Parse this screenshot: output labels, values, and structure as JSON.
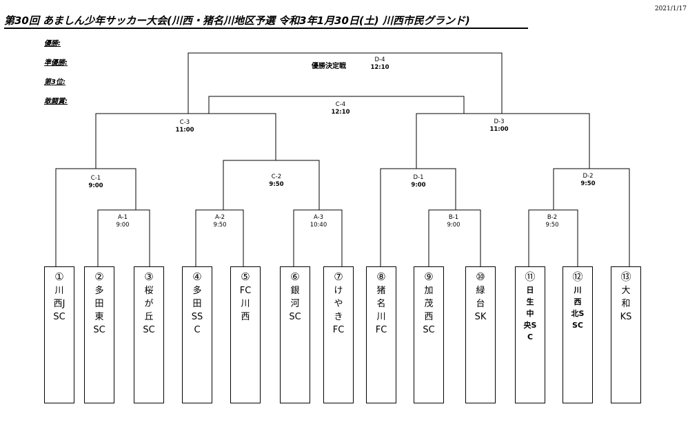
{
  "header": {
    "date": "2021/1/17",
    "title": "第30回 あましん少年サッカー大会(川西・猪名川地区予選 令和3年1月30日(土) 川西市民グランド)"
  },
  "awards": [
    "優勝:",
    "準優勝:",
    "第3位:",
    "敢闘賞:"
  ],
  "final_label": "優勝決定戦",
  "matches": {
    "D4": {
      "code": "D-4",
      "time": "12:10"
    },
    "C4": {
      "code": "C-4",
      "time": "12:10"
    },
    "C3": {
      "code": "C-3",
      "time": "11:00"
    },
    "D3": {
      "code": "D-3",
      "time": "11:00"
    },
    "C1": {
      "code": "C-1",
      "time": "9:00"
    },
    "C2": {
      "code": "C-2",
      "time": "9:50"
    },
    "D1": {
      "code": "D-1",
      "time": "9:00"
    },
    "D2": {
      "code": "D-2",
      "time": "9:50"
    },
    "A1": {
      "code": "A-1",
      "time": "9:00"
    },
    "A2": {
      "code": "A-2",
      "time": "9:50"
    },
    "A3": {
      "code": "A-3",
      "time": "10:40"
    },
    "B1": {
      "code": "B-1",
      "time": "9:00"
    },
    "B2": {
      "code": "B-2",
      "time": "9:50"
    }
  },
  "teams": [
    {
      "num": "①",
      "name": "川西JSC"
    },
    {
      "num": "②",
      "name": "多田東SC"
    },
    {
      "num": "③",
      "name": "桜が丘SC"
    },
    {
      "num": "④",
      "name": "多田SSC"
    },
    {
      "num": "⑤",
      "name": "FC川西"
    },
    {
      "num": "⑥",
      "name": "銀河SC"
    },
    {
      "num": "⑦",
      "name": "けやきFC"
    },
    {
      "num": "⑧",
      "name": "猪名川FC"
    },
    {
      "num": "⑨",
      "name": "加茂西SC"
    },
    {
      "num": "⑩",
      "name": "緑台SK"
    },
    {
      "num": "⑪",
      "name": "日生中央SC"
    },
    {
      "num": "⑫",
      "name": "川西北SSC"
    },
    {
      "num": "⑬",
      "name": "大和KS"
    }
  ]
}
